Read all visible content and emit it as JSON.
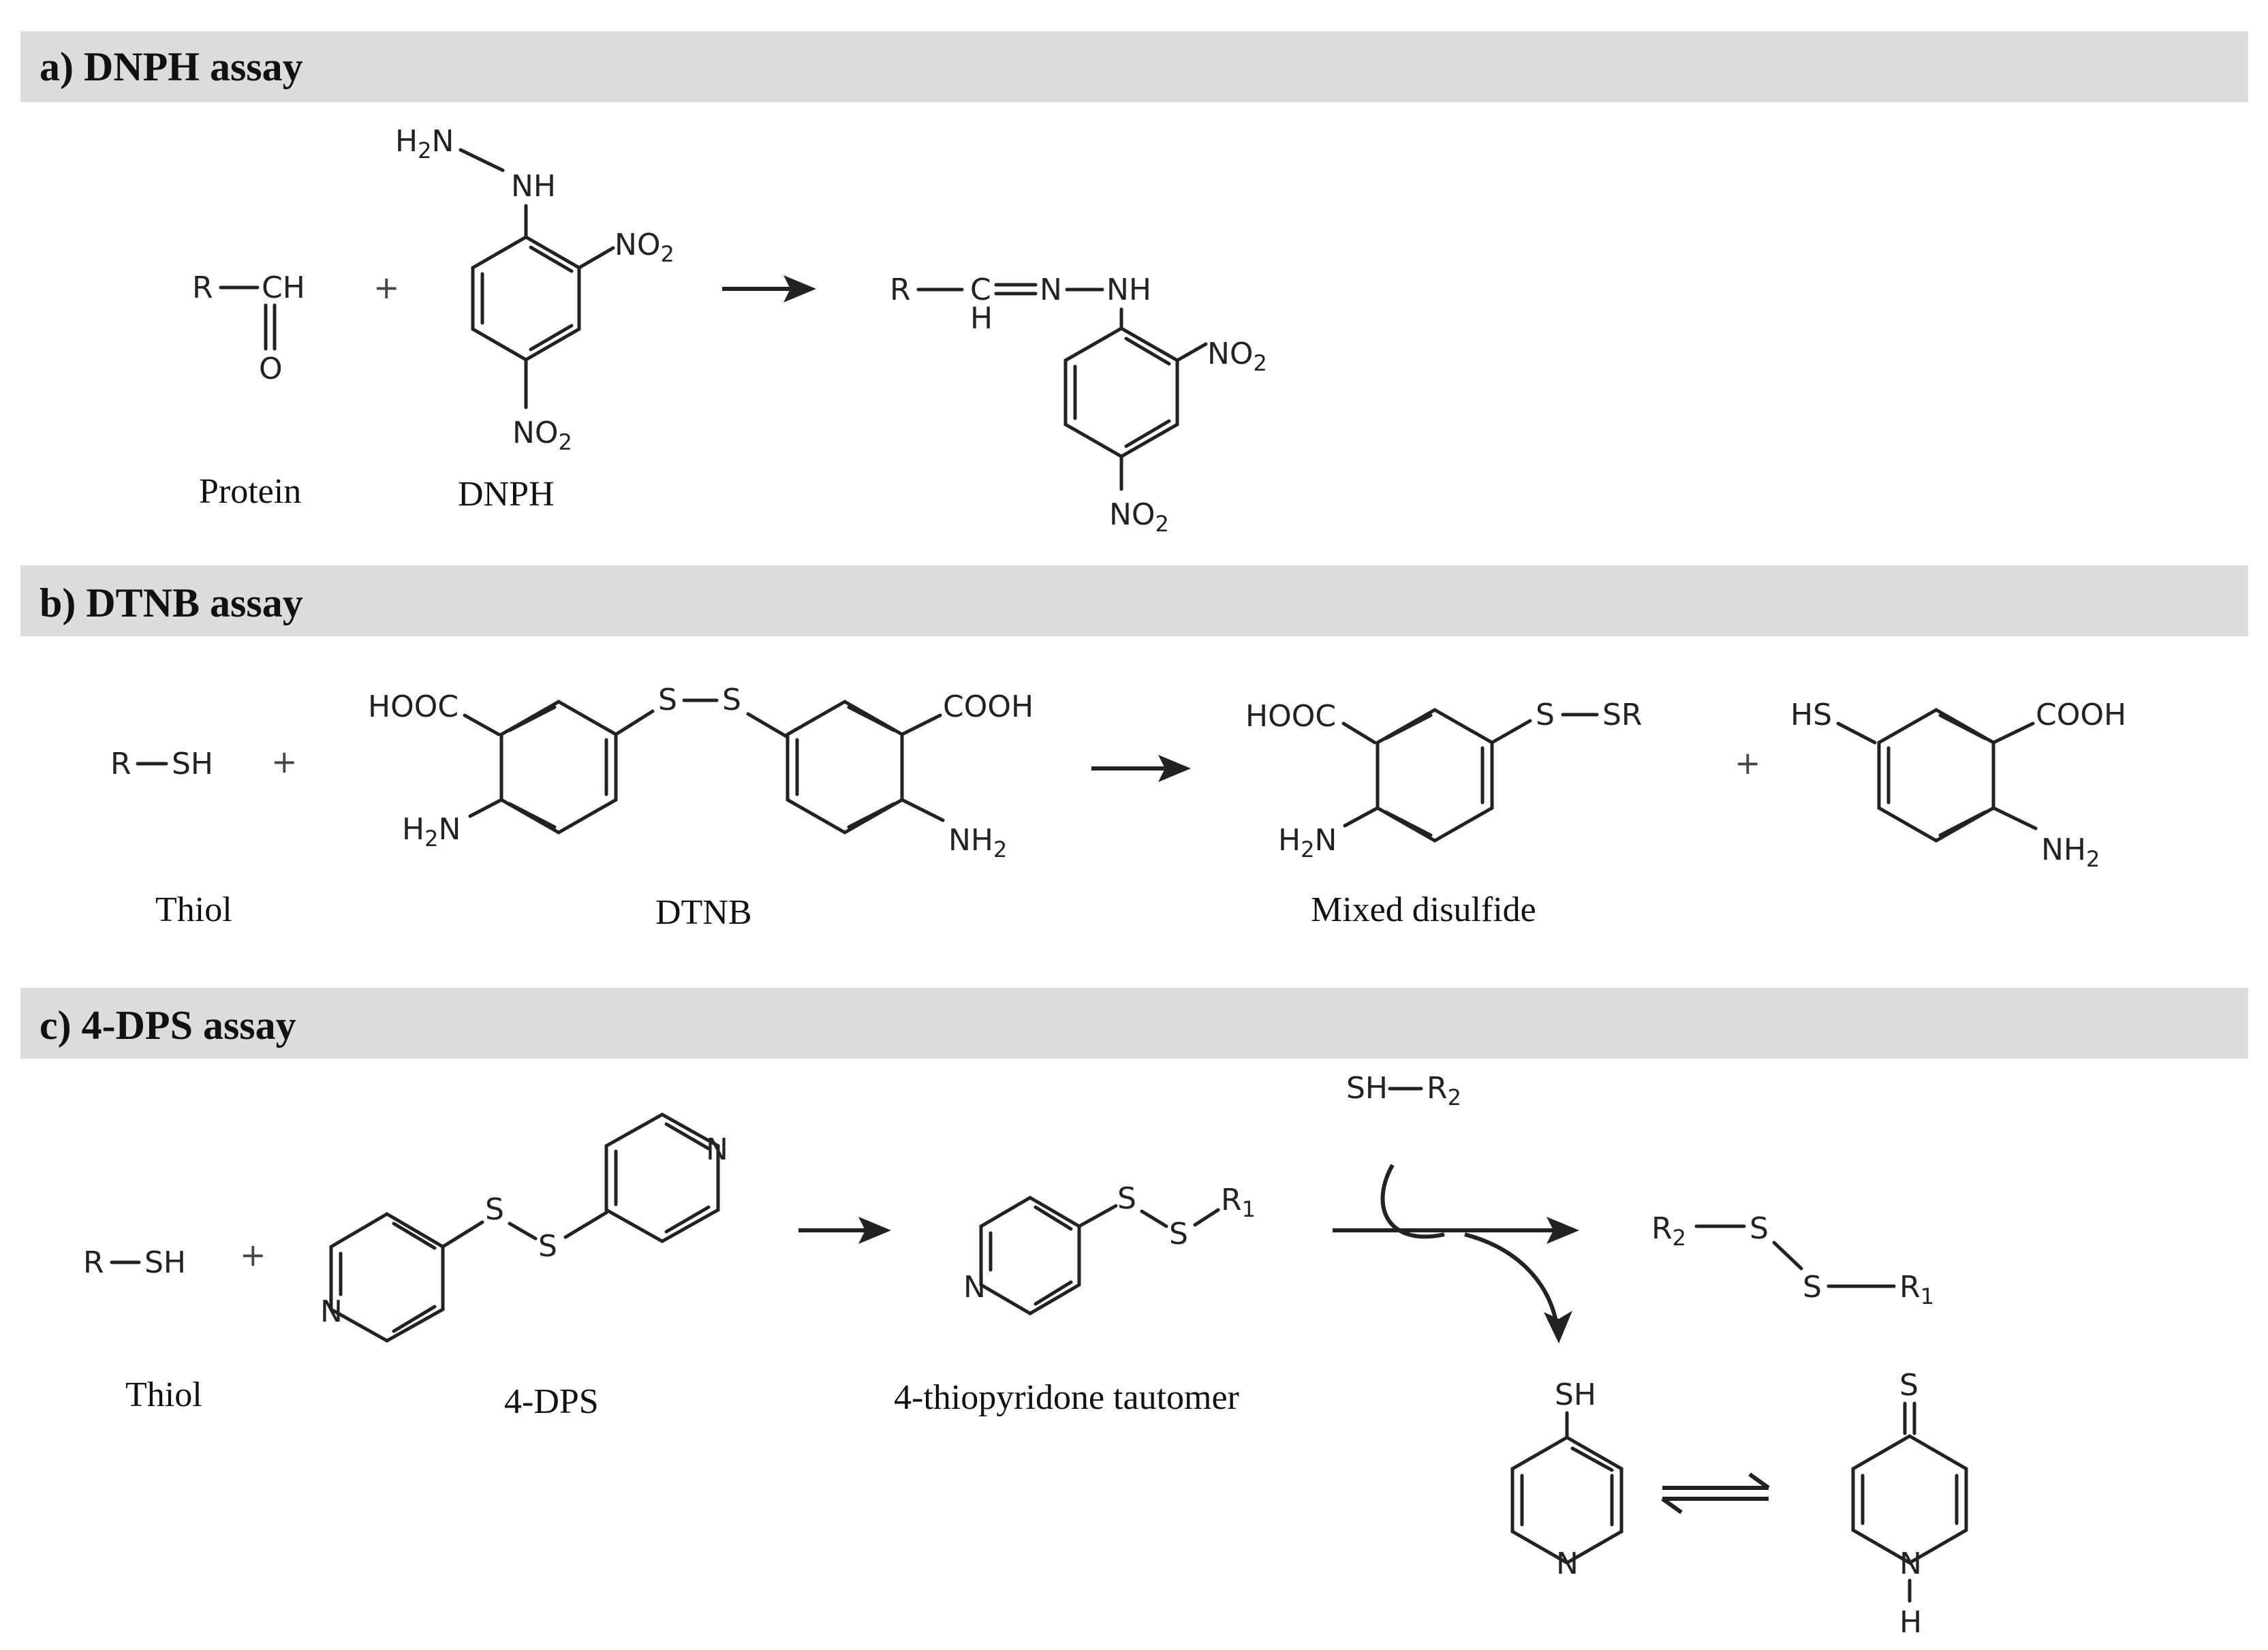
{
  "panels": {
    "a": {
      "title": "a) DNPH assay"
    },
    "b": {
      "title": "b) DTNB assay"
    },
    "c": {
      "title": "c) 4-DPS assay"
    }
  },
  "captions": {
    "protein": "Protein",
    "dnph": "DNPH",
    "thiol_b": "Thiol",
    "dtnb": "DTNB",
    "mixed_disulfide": "Mixed disulfide",
    "thiol_c": "Thiol",
    "dps": "4-DPS",
    "tautomer": "4-thiopyridone tautomer"
  },
  "atoms": {
    "r": "R",
    "ch": "CH",
    "o": "O",
    "c": "C",
    "h": "H",
    "n": "N",
    "nh": "NH",
    "h2n": "H",
    "no2": "NO",
    "two": "2",
    "one": "1",
    "s": "S",
    "sh": "SH",
    "hs": "HS",
    "sr": "SR",
    "r_sh": "R",
    "hooc": "HOOC",
    "cooh": "COOH",
    "nh2": "NH",
    "r2": "R",
    "r1": "R",
    "plus": "+"
  }
}
